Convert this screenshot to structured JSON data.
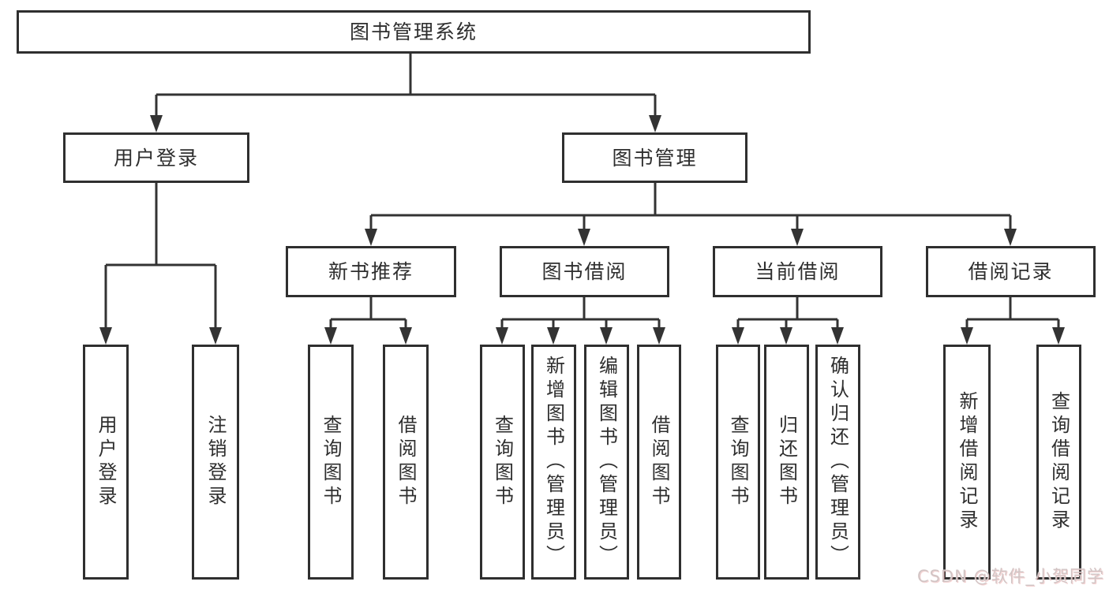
{
  "tree": {
    "root": {
      "label": "图书管理系统",
      "children": [
        {
          "label": "用户登录",
          "children": [
            {
              "label": "用户登录"
            },
            {
              "label": "注销登录"
            }
          ]
        },
        {
          "label": "图书管理",
          "children": [
            {
              "label": "新书推荐",
              "children": [
                {
                  "label": "查询图书"
                },
                {
                  "label": "借阅图书"
                }
              ]
            },
            {
              "label": "图书借阅",
              "children": [
                {
                  "label": "查询图书"
                },
                {
                  "label": "新增图书（管理员）"
                },
                {
                  "label": "编辑图书（管理员）"
                },
                {
                  "label": "借阅图书"
                }
              ]
            },
            {
              "label": "当前借阅",
              "children": [
                {
                  "label": "查询图书"
                },
                {
                  "label": "归还图书"
                },
                {
                  "label": "确认归还（管理员）"
                }
              ]
            },
            {
              "label": "借阅记录",
              "children": [
                {
                  "label": "新增借阅记录"
                },
                {
                  "label": "查询借阅记录"
                }
              ]
            }
          ]
        }
      ]
    }
  },
  "watermark": {
    "text": "CSDN @软件_小贺同学"
  },
  "colors": {
    "line": "#333333",
    "box_border": "#2f2f2f",
    "text": "#2e2e2e",
    "background": "#ffffff",
    "watermark_text": "#d2c4c4"
  }
}
